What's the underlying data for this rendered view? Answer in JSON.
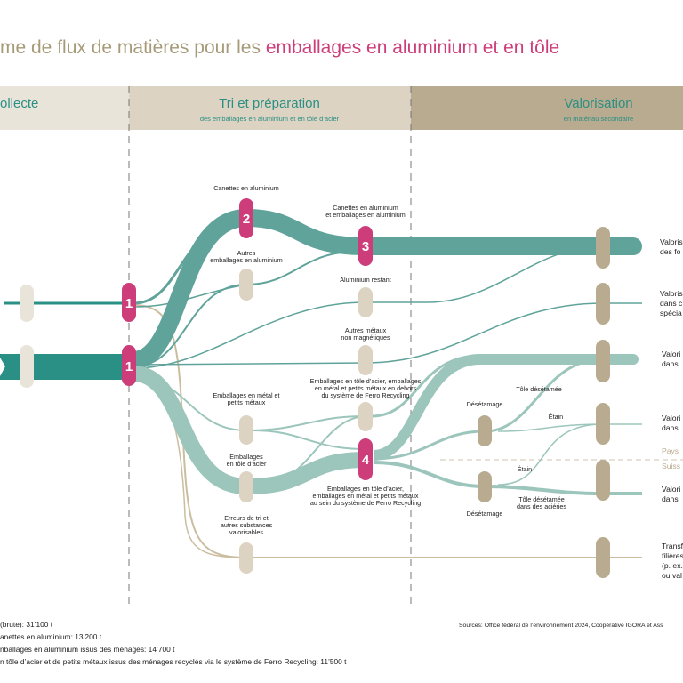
{
  "title": {
    "part1": "me de flux de matières pour les ",
    "part2": "emballages en aluminium et en tôle"
  },
  "colors": {
    "title_tan": "#a69a78",
    "accent_pink": "#cc3d7a",
    "teal": "#5fa39a",
    "teal_dark": "#2a8f84",
    "teal_light": "#9cc5bc",
    "tan": "#b9ab8f"
  },
  "stages": [
    {
      "title": "ollecte",
      "subtitle": ""
    },
    {
      "title": "Tri et préparation",
      "subtitle": "des emballages en aluminium et en tôle d’acier"
    },
    {
      "title": "Valorisation",
      "subtitle": "en matériau secondaire"
    }
  ],
  "nodes": {
    "n1": "1",
    "n2": "2",
    "n3": "3",
    "n4": "4",
    "canettes": "Canettes en aluminium",
    "autres_alu": [
      "Autres",
      "emballages en aluminium"
    ],
    "canettes_emb": [
      "Canettes en aluminium",
      "et emballages en aluminium"
    ],
    "alu_restant": "Aluminium restant",
    "autres_metaux": [
      "Autres métaux",
      "non magnétiques"
    ],
    "hors_ferro": [
      "Emballages en tôle d’acier, emballages",
      "en métal et petits métaux en dehors",
      "du système de Ferro Recycling"
    ],
    "metal_petits": [
      "Emballages en métal et",
      "petits métaux"
    ],
    "tole": [
      "Emballages",
      "en tôle d’acier"
    ],
    "ferro": [
      "Emballages en tôle d’acier,",
      "emballages en métal et petits métaux",
      "au sein du système de Ferro Recycling"
    ],
    "erreurs": [
      "Erreurs de tri et",
      "autres substances",
      "valorisables"
    ],
    "desetamage1": "Désétamage",
    "desetamage2": "Désétamage",
    "tole_desetamee": "Tôle désétamée",
    "etain1": "Étain",
    "etain2": "Étain",
    "tole_acieries": [
      "Tôle désétamée",
      "dans des aciéries"
    ]
  },
  "outputs": [
    [
      "Valoris",
      "des fo"
    ],
    [
      "Valoris",
      "dans c",
      "spécia"
    ],
    [
      "Valori",
      "dans"
    ],
    [
      "Valori",
      "dans"
    ],
    [
      "Valori",
      "dans"
    ],
    [
      "Transf",
      "filières",
      "(p. ex.",
      "ou val"
    ]
  ],
  "regions": {
    "abroad": "Pays",
    "switzerland": "Suiss"
  },
  "notes": [
    "(brute): 31’100 t",
    "anettes en aluminium: 13’200 t",
    "nballages en aluminium issus des ménages: 14’700 t",
    "n tôle d’acier et de petits métaux issus des ménages recyclés via le système de Ferro Recycling: 11’500 t"
  ],
  "sources": "Sources: Office fédéral de l’environnement 2024, Coopérative IGORA et Ass"
}
